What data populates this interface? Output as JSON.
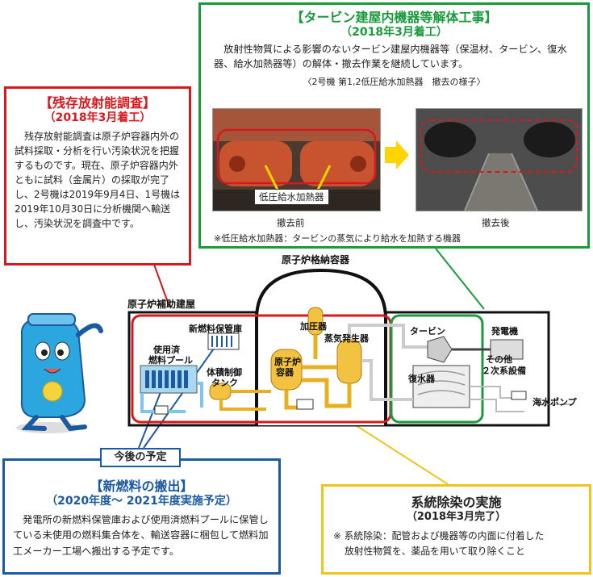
{
  "survey": {
    "title": "【残存放射能調査】",
    "date": "（2018年3月着工）",
    "body": "　残存放射能調査は原子炉容器内外の試料採取・分析を行い汚染状況を把握するものです。現在、原子炉容器内外ともに試料（金属片）の採取が完了し、2号機は2019年9月4日、1号機は2019年10月30日に分析機関へ輸送し、汚染状況を調査中です。"
  },
  "turbine": {
    "title": "【タービン建屋内機器等解体工事】",
    "date": "（2018年3月着工）",
    "body": "　放射性物質による影響のないタービン建屋内機器等（保温材、タービン、復水器、給水加熱器等）の解体・撤去作業を継続しています。",
    "photo_caption": "〈2号機 第1,2低圧給水加熱器　撤去の様子〉",
    "heater_label": "低圧給水加熱器",
    "before_label": "撤去前",
    "after_label": "撤去後",
    "note": "※低圧給水加熱器：タービンの蒸気により給水を加熱する機器"
  },
  "diagram": {
    "containment": "原子炉格納容器",
    "aux_building": "原子炉補助建屋",
    "new_fuel_storage": "新燃料保管庫",
    "spent_fuel_pool_1": "使用済",
    "spent_fuel_pool_2": "燃料プール",
    "vct_1": "体積制御",
    "vct_2": "タンク",
    "pressurizer": "加圧器",
    "steam_generator": "蒸気発生器",
    "reactor_vessel_1": "原子炉",
    "reactor_vessel_2": "容器",
    "turbine": "タービン",
    "generator": "発電機",
    "condenser": "復水器",
    "other_1": "その他",
    "other_2": "２次系設備",
    "seawater_pump": "海水ポンプ"
  },
  "fuel": {
    "badge": "今後の予定",
    "title": "【新燃料の搬出】",
    "date": "（2020年度～ 2021年度実施予定）",
    "body": "　発電所の新燃料保管庫および使用済燃料プールに保管している未使用の燃料集合体を、輸送容器に梱包して燃料加工メーカー工場へ搬出する予定です。"
  },
  "decon": {
    "title": "系統除染の実施",
    "date": "（2018年3月完了）",
    "note_1": "※ 系統除染：配管および機器等の内面に付着した",
    "note_2": "放射性物質を、薬品を用いて取り除くこと"
  },
  "colors": {
    "red": "#d7181f",
    "green": "#1a9a3c",
    "blue": "#1c5aa0",
    "yellow": "#f0c419",
    "primary_loop": "#e8b020",
    "secondary_loop": "#7fc4ec"
  }
}
